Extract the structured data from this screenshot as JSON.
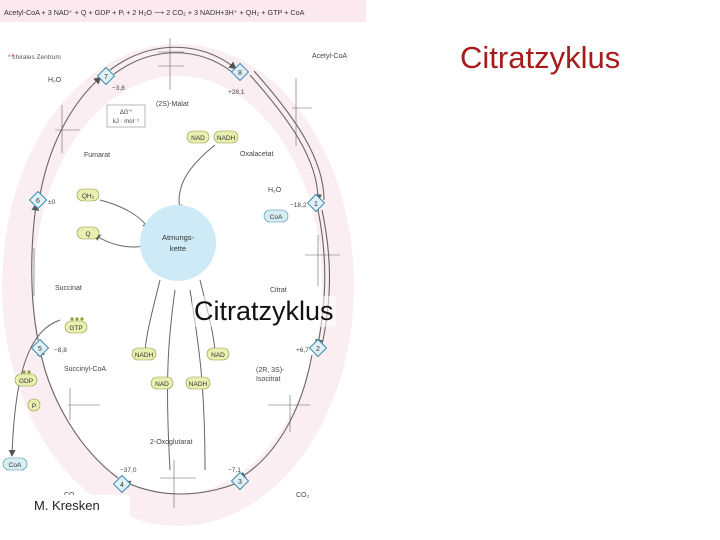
{
  "slide": {
    "title": "Citratzyklus",
    "overlay_label": "Citratzyklus",
    "author": "M. Kresken"
  },
  "equation": "Acetyl-CoA + 3 NAD⁺ + Q + GDP + Pᵢ + 2 H₂O  ⟶  2 CO₂ + 3 NADH+3H⁺ + QH₂ + GTP + CoA",
  "legend": {
    "chiral_note": "* chirales Zentrum"
  },
  "center": {
    "line1": "Atmungs-",
    "line2": "kette"
  },
  "steps": [
    "1",
    "2",
    "3",
    "4",
    "5",
    "6",
    "7",
    "8"
  ],
  "energies": {
    "step1": "−18,2",
    "step2": "+6,7",
    "step3": "−7,1",
    "step4": "−37,0",
    "step5": "−8,8",
    "step6": "±0",
    "step7": "−3,8",
    "step8": "+28,1",
    "unit_line1": "ΔG'°",
    "unit_line2": "kJ · mol⁻¹"
  },
  "molecules": {
    "acetyl_coa": "Acetyl-CoA",
    "oxalacetat": "Oxalacetat",
    "citrat": "Citrat",
    "isocitrat_1": "(2R, 3S)-",
    "isocitrat_2": "Isocitrat",
    "oxoglutarat": "2-Oxoglutarat",
    "succinyl_coa": "Succinyl-CoA",
    "succinat": "Succinat",
    "fumarat": "Fumarat",
    "malat": "(2S)-Malat"
  },
  "cofactors": {
    "nad": "NAD",
    "nadh": "NADH",
    "qh2": "QH₂",
    "q": "Q",
    "gtp": "GTP",
    "gdp": "GDP",
    "p": "P",
    "coa": "CoA",
    "co2": "CO₂",
    "h2o": "H₂O"
  },
  "colors": {
    "title": "#a61c1c",
    "center_disc": "#cdeaf6",
    "cofactor_fill": "#e8efb0",
    "cofactor_stroke": "#8a9a3a",
    "coa_fill": "#d8ecf3",
    "step_fill": "#dff0f7",
    "equation_bar": "#fbe9ef",
    "cycle_band": "#fbeef2"
  },
  "icons": [
    "step-diamond-icon",
    "pair-dots-icon",
    "chiral-star-icon"
  ]
}
